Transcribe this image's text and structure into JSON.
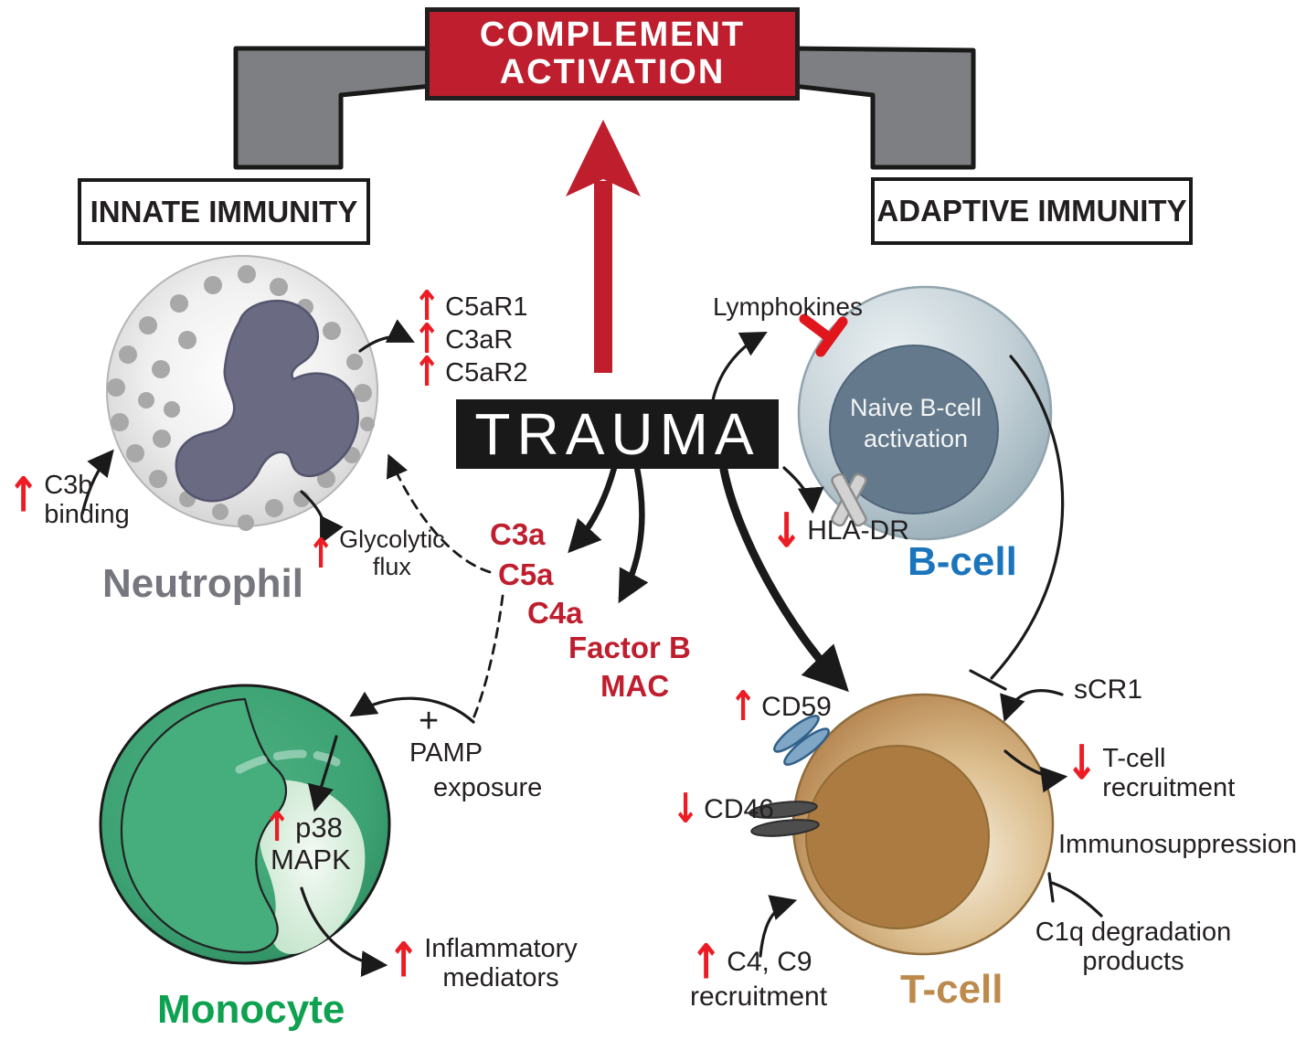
{
  "colors": {
    "accent_red": "#be1e2d",
    "bright_red": "#ec1c24",
    "ink_black": "#231f20",
    "bracket_gray": "#7d7f82",
    "neutrophil_label_gray": "#76767e",
    "monocyte_green": "#0da150",
    "bcell_blue": "#1b75bc",
    "tcell_tan": "#bd8a4c"
  },
  "icons": {
    "up": "↑",
    "down": "↓"
  },
  "header": {
    "complement_line1": "COMPLEMENT",
    "complement_line2": "ACTIVATION",
    "innate": "INNATE IMMUNITY",
    "adaptive": "ADAPTIVE IMMUNITY",
    "trauma": "TRAUMA"
  },
  "neutrophil": {
    "label": "Neutrophil",
    "receptors": [
      "C5aR1",
      "C3aR",
      "C5aR2"
    ],
    "c3b_line1": "C3b",
    "c3b_line2": "binding",
    "glyco_line1": "Glycolytic",
    "glyco_line2": "flux"
  },
  "mediators": {
    "c3a": "C3a",
    "c5a": "C5a",
    "c4a": "C4a",
    "factor_b": "Factor B",
    "mac": "MAC"
  },
  "pamp": {
    "plus": "+",
    "line1": "PAMP",
    "line2": "exposure"
  },
  "monocyte": {
    "label": "Monocyte",
    "p38": "p38",
    "mapk": "MAPK",
    "infl_line1": "Inflammatory",
    "infl_line2": "mediators"
  },
  "bcell": {
    "label": "B-cell",
    "lymphokines": "Lymphokines",
    "naive_line1": "Naive B-cell",
    "naive_line2": "activation",
    "hla": "HLA-DR"
  },
  "tcell": {
    "label": "T-cell",
    "cd59": "CD59",
    "cd46": "CD46",
    "scr1": "sCR1",
    "recruit_line1": "T-cell",
    "recruit_line2": "recruitment",
    "immuno": "Immunosuppression",
    "c1q_line1": "C1q degradation",
    "c1q_line2": "products",
    "c4c9": "C4, C9",
    "c4c9_line2": "recruitment"
  }
}
